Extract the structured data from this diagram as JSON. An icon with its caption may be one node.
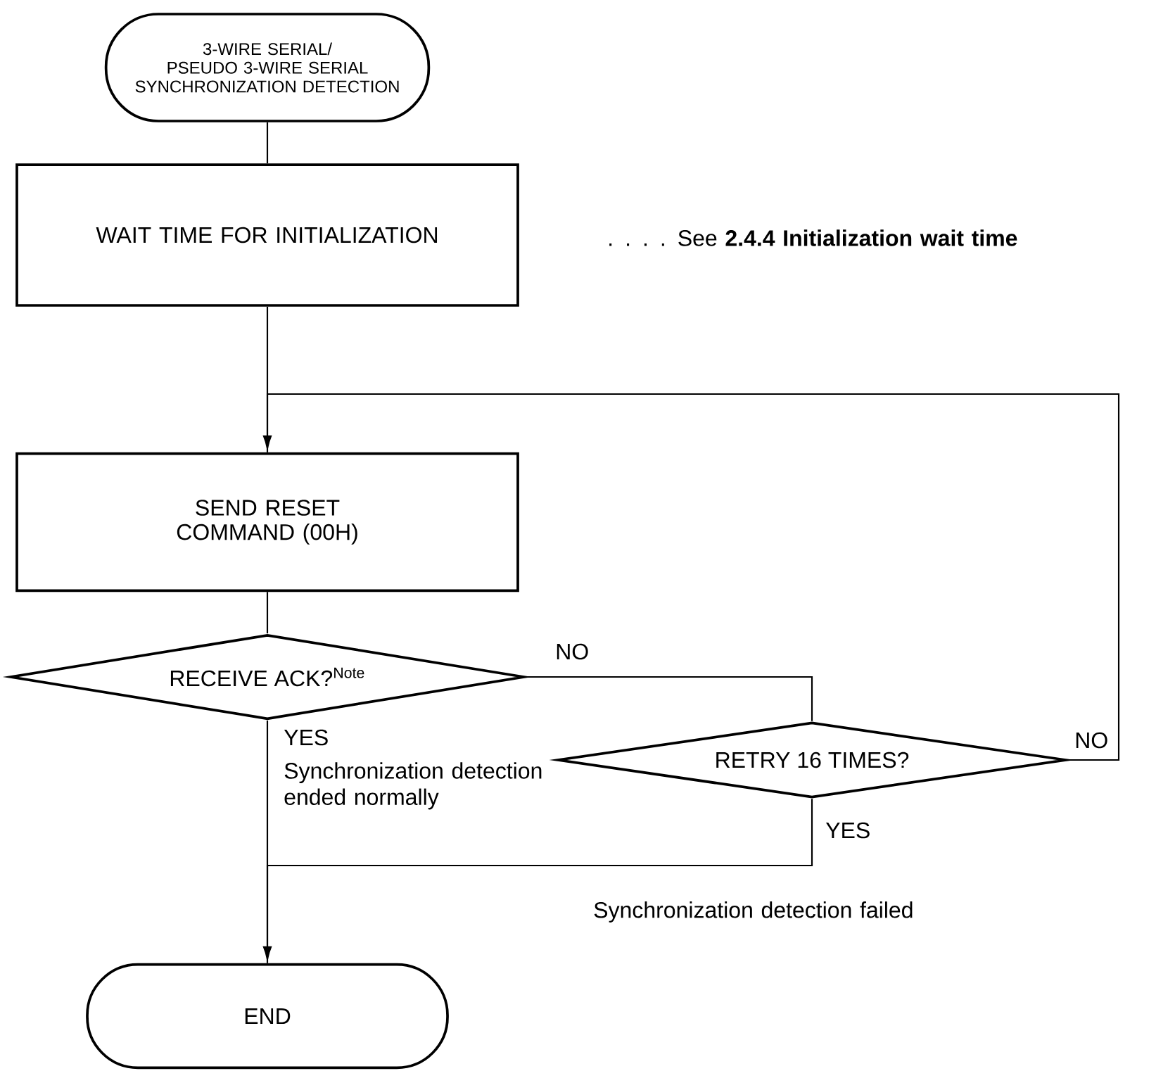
{
  "diagram": {
    "nodes": [
      {
        "text": [
          "3-WIRE SERIAL/ PSEUDO 3-WIRE SERIAL SYNCHRONIZATION DETECTION"
        ]
      },
      {
        "text": [
          "WAIT TIME FOR INITIALIZATION"
        ]
      },
      {
        "text": [
          "SEND RESET COMMAND (00H)"
        ]
      },
      {
        "text": [
          "RECEIVE ACK?$^{Note}$"
        ]
      },
      {
        "text": [
          "RETRY 16 TIMES?"
        ]
      },
      {
        "text": [
          "END"
        ]
      }
    ],
    "edges": [
      {
        "from": 0,
        "to": 1,
        "arrow": "none"
      },
      {
        "from": 1,
        "to": 2,
        "arrow": "none"
      },
      {
        "from": 2,
        "to": 3,
        "arrow": "none"
      },
      {
        "from": 3,
        "to": 4,
        "arrow": "none",
        "label": "NO"
      },
      {
        "from": 4,
        "to": 2,
        "arrow": "to",
        "label": "NO"
      },
      {
        "from": 3,
        "to": 5,
        "arrow": "none",
        "label": "YES"
      },
      {
        "from": 4,
        "to": 5,
        "arrow": "to",
        "label": "YES"
      }
    ],
    "labels": [
      ". . . .  See **2.4.4  Initialization wait time**",
      "Synchronization detection ended normally",
      "Synchronization detection failed"
    ]
  }
}
